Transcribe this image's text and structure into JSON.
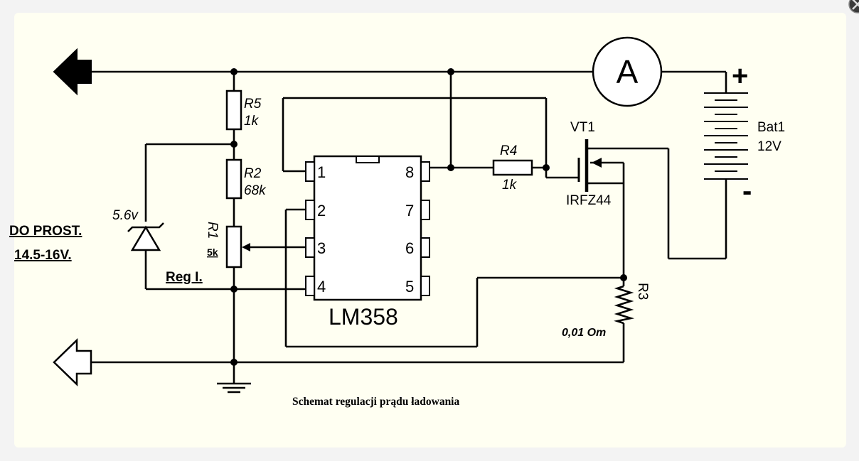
{
  "colors": {
    "background": "#f3f3f3",
    "panel": "#fffff2",
    "ink": "#000000",
    "meter_fill": "#ffffff"
  },
  "labels": {
    "r5_name": "R5",
    "r5_value": "1k",
    "r2_name": "R2",
    "r2_value": "68k",
    "r1_name": "R1",
    "r1_value": "5k",
    "reg": "Reg I.",
    "zener_voltage": "5.6v",
    "input_line1": "DO PROST.",
    "input_line2": "14.5-16V.",
    "r4_name": "R4",
    "r4_value": "1k",
    "vt1_name": "VT1",
    "vt1_part": "IRFZ44",
    "bat_name": "Bat1",
    "bat_voltage": "12V",
    "bat_plus": "+",
    "bat_minus": "-",
    "ammeter": "A",
    "r3_name": "R3",
    "r3_value": "0,01 Om",
    "ic_name": "LM358",
    "pins": [
      "1",
      "2",
      "3",
      "4",
      "5",
      "6",
      "7",
      "8"
    ],
    "caption": "Schemat regulacji prądu ładowania"
  },
  "icons": {
    "output_arrow": "arrow-left-filled-icon",
    "return_arrow": "arrow-left-outline-icon",
    "ground": "ground-icon",
    "window_button": "close-icon"
  }
}
